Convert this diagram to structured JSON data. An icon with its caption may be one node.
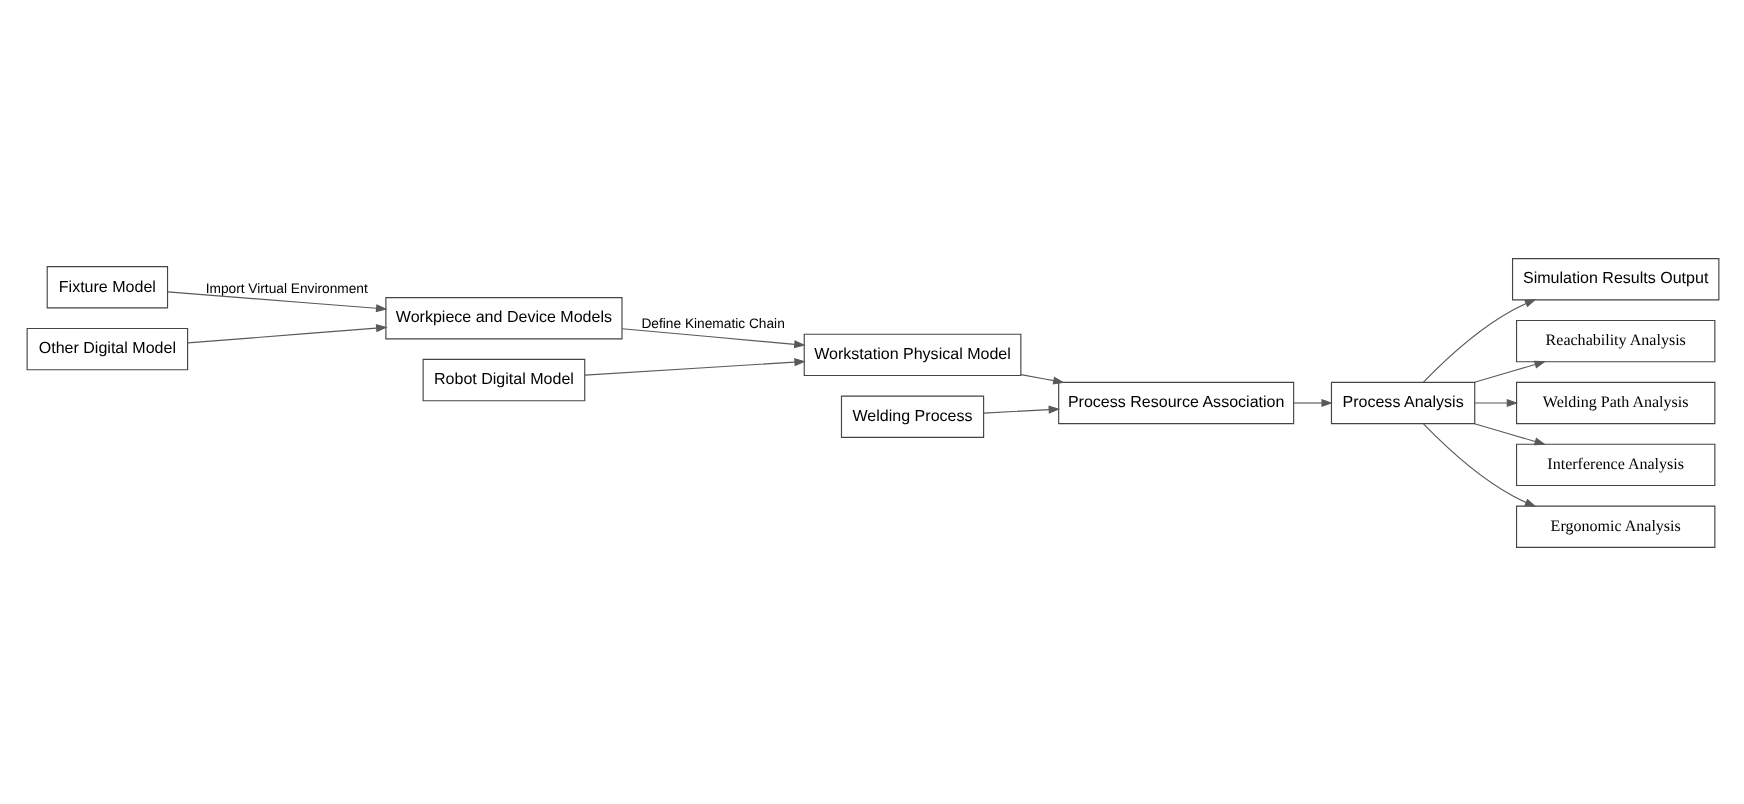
{
  "diagram": {
    "nodes": [
      {
        "text": [
          "Fixture Model"
        ]
      },
      {
        "text": [
          "Other Digital Model"
        ]
      },
      {
        "text": [
          "Workpiece and Device Models"
        ]
      },
      {
        "text": [
          "Robot Digital Model"
        ]
      },
      {
        "text": [
          "Workstation Physical Model"
        ]
      },
      {
        "text": [
          "Welding Process"
        ]
      },
      {
        "text": [
          "Process Resource Association"
        ]
      },
      {
        "text": [
          "Process Analysis"
        ]
      },
      {
        "text": [
          "Simulation Results Output"
        ]
      },
      {
        "text": [
          "Reachability Analysis"
        ]
      },
      {
        "text": [
          "Welding Path Analysis"
        ]
      },
      {
        "text": [
          "Interference Analysis"
        ]
      },
      {
        "text": [
          "Ergonomic Analysis"
        ]
      }
    ],
    "edges": [
      {
        "from": 0,
        "to": 2,
        "arrow": "to",
        "label": "Import Virtual Environment"
      },
      {
        "from": 1,
        "to": 2,
        "arrow": "to"
      },
      {
        "from": 2,
        "to": 4,
        "arrow": "to",
        "label": "Define Kinematic Chain"
      },
      {
        "from": 3,
        "to": 4,
        "arrow": "to"
      },
      {
        "from": 4,
        "to": 6,
        "arrow": "to"
      },
      {
        "from": 5,
        "to": 6,
        "arrow": "to"
      },
      {
        "from": 6,
        "to": 7,
        "arrow": "to"
      },
      {
        "from": 7,
        "to": 8,
        "arrow": "to"
      },
      {
        "from": 7,
        "to": 9,
        "arrow": "to"
      },
      {
        "from": 7,
        "to": 10,
        "arrow": "to"
      },
      {
        "from": 7,
        "to": 11,
        "arrow": "to"
      },
      {
        "from": 7,
        "to": 12,
        "arrow": "to"
      }
    ]
  }
}
